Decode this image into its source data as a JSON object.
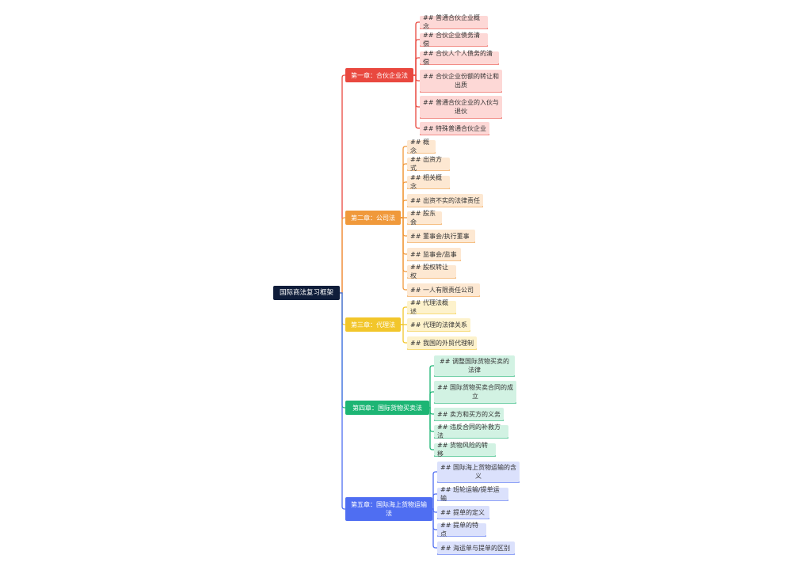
{
  "root": {
    "label": "国际商法复习框架"
  },
  "colors": {
    "root": "#0f1d3a",
    "ch1": "#e9483f",
    "ch1_leaf": "#fdd8d6",
    "ch2": "#f0993b",
    "ch2_leaf": "#fde8d2",
    "ch3": "#f2c62b",
    "ch3_leaf": "#fdf2cc",
    "ch4": "#1db574",
    "ch4_leaf": "#d2f2e3",
    "ch5": "#4f6ef2",
    "ch5_leaf": "#dbe1fc"
  },
  "chapters": [
    {
      "label": "第一章：合伙企业法",
      "items": [
        "## 普通合伙企业概念",
        "## 合伙企业债务清偿",
        "## 合伙人个人债务的清偿",
        "## 合伙企业份额的转让和出质",
        "## 普通合伙企业的入伙与退伙",
        "## 特殊普通合伙企业"
      ]
    },
    {
      "label": "第二章：公司法",
      "items": [
        "## 概念",
        "## 出资方式",
        "## 相关概念",
        "## 出资不实的法律责任",
        "## 股东会",
        "## 董事会/执行董事",
        "## 监事会/监事",
        "## 股权转让权",
        "## 一人有限责任公司"
      ]
    },
    {
      "label": "第三章：代理法",
      "items": [
        "## 代理法概述",
        "## 代理的法律关系",
        "## 我国的外贸代理制"
      ]
    },
    {
      "label": "第四章：国际货物买卖法",
      "items": [
        "## 调整国际货物买卖的法律",
        "## 国际货物买卖合同的成立",
        "## 卖方和买方的义务",
        "## 违反合同的补救方法",
        "## 货物风险的转移"
      ]
    },
    {
      "label": "第五章：国际海上货物运输法",
      "items": [
        "## 国际海上货物运输的含义",
        "## 班轮运输/提单运输",
        "## 提单的定义",
        "## 提单的特点",
        "## 海运单与提单的区别"
      ]
    }
  ]
}
